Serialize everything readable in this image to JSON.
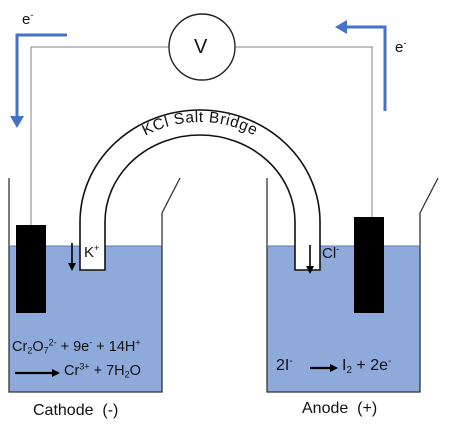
{
  "colors": {
    "solution": "#8eaadb",
    "electron_arrow": "#4472c4",
    "electrode": "#000000",
    "wire": "#808080",
    "outline": "#333333"
  },
  "icons": {
    "voltmeter": "voltmeter-icon",
    "electron_arrow": "arrow-icon"
  },
  "voltmeter": {
    "label": "V"
  },
  "electron_label_left": "e",
  "electron_label_right": "e",
  "electron_charge": "-",
  "salt_bridge": {
    "label": "KCl Salt Bridge"
  },
  "ions": {
    "cation": "K",
    "cation_charge": "+",
    "anion": "Cl",
    "anion_charge": "-"
  },
  "cathode": {
    "label": "Cathode  (-)",
    "reaction": {
      "dichromate_cr": "Cr",
      "sub_2": "2",
      "o": "O",
      "sub_7": "7",
      "sup_2minus": "2-",
      "plus_9": " + 9e",
      "minus": "-",
      "plus_14": " + 14H",
      "plus": "+",
      "product_cr": "Cr",
      "sup_3plus": "3+",
      "plus_7": " + 7H",
      "sub_h2o": "2",
      "water_o": "O"
    }
  },
  "anode": {
    "label": "Anode  (+)",
    "reaction": {
      "iodide": "2I",
      "minus": "-",
      "iodine": "I",
      "sub_2": "2",
      "plus_2e": "  + 2e",
      "minus_e": "-"
    }
  }
}
